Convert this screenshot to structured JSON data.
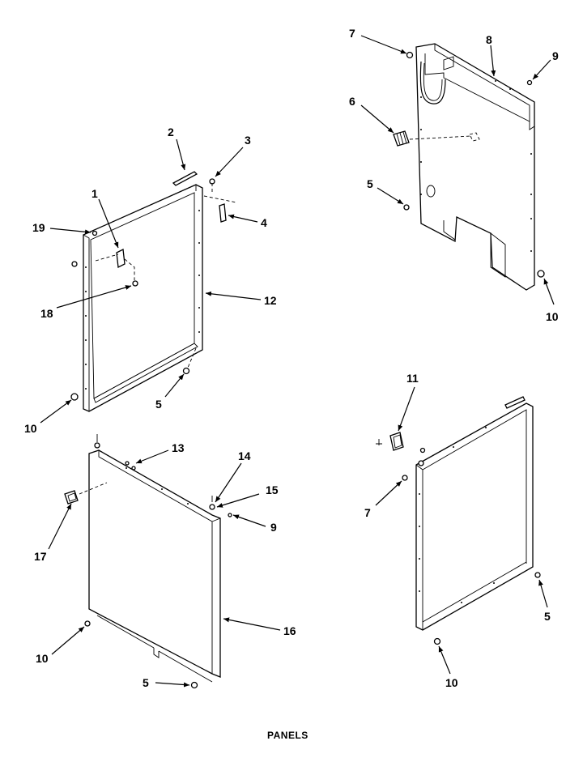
{
  "title": "PANELS",
  "callouts": {
    "c1": "1",
    "c2": "2",
    "c3": "3",
    "c4": "4",
    "c5a": "5",
    "c5b": "5",
    "c5c": "5",
    "c5d": "5",
    "c6": "6",
    "c7a": "7",
    "c7b": "7",
    "c8": "8",
    "c9a": "9",
    "c9b": "9",
    "c10a": "10",
    "c10b": "10",
    "c10c": "10",
    "c10d": "10",
    "c11": "11",
    "c12": "12",
    "c13": "13",
    "c14": "14",
    "c15": "15",
    "c16": "16",
    "c17": "17",
    "c18": "18",
    "c19": "19"
  }
}
